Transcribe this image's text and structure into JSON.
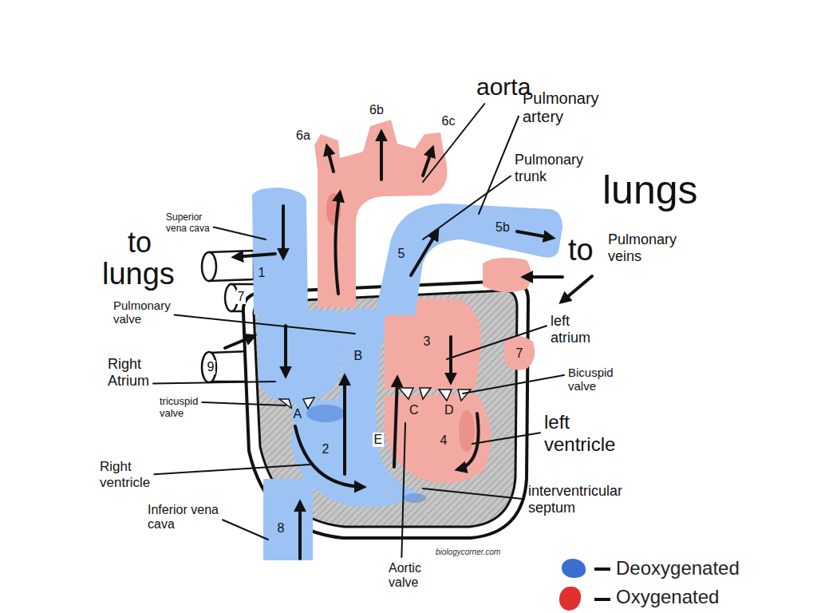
{
  "diagram": {
    "labels": [
      "aorta",
      "6b",
      "Pulmonary artery",
      "6c",
      "6a",
      "Pulmonary trunk",
      "lungs",
      "Superior vena cava",
      "5b",
      "to",
      "to",
      "Pulmonary veins",
      "5",
      "1",
      "lungs",
      "7",
      "Pulmonary valve",
      "left atrium",
      "3",
      "B",
      "7",
      "9",
      "Right Atrium",
      "Bicuspid valve",
      "tricuspid valve",
      "A",
      "C",
      "D",
      "left ventricle",
      "E",
      "4",
      "2",
      "Right ventricle",
      "interventricular septum",
      "8",
      "Inferior vena cava",
      "biologycorner.com",
      "Aortic valve"
    ],
    "legend": [
      {
        "text": "Deoxygenated",
        "color": "#3a6fcf"
      },
      {
        "text": "Oxygenated",
        "color": "#e0312f"
      }
    ]
  }
}
